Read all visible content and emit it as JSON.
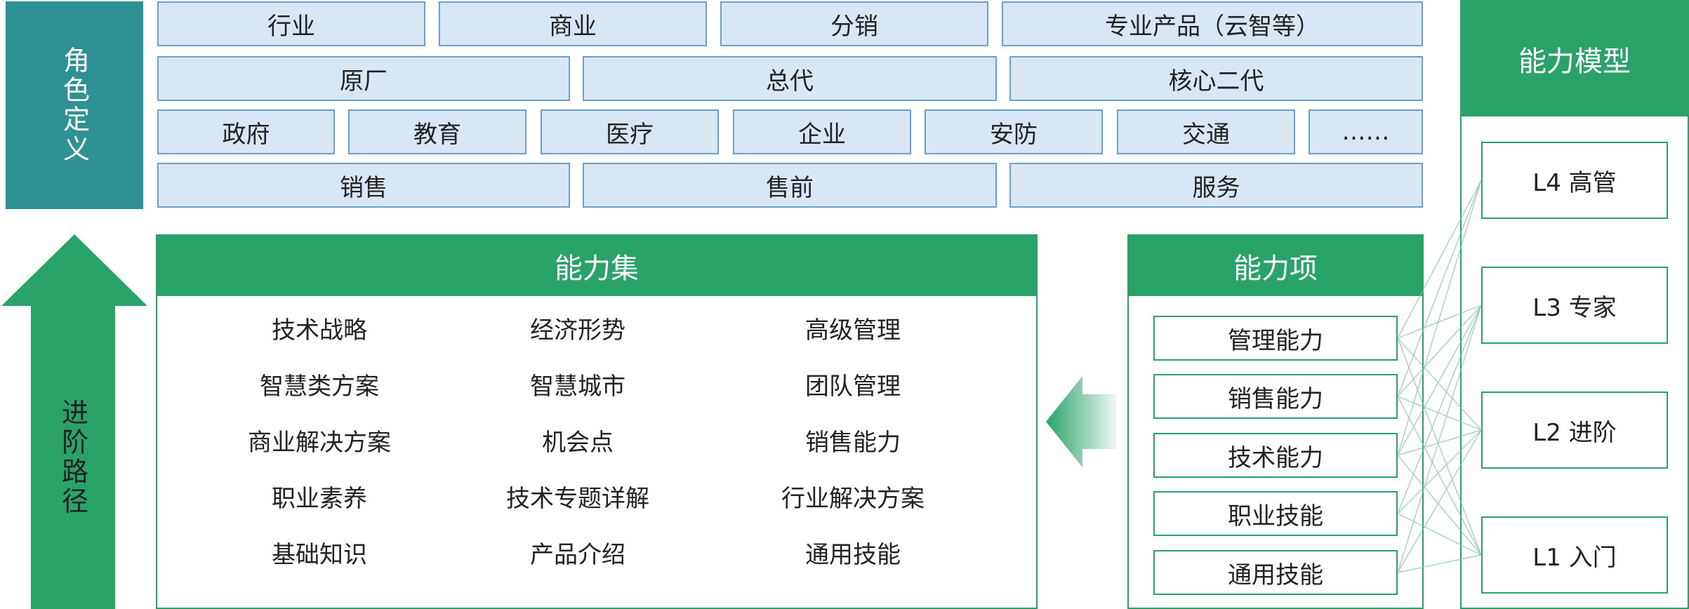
{
  "role_definition": {
    "label": "角色定义",
    "rows": [
      [
        "行业",
        "商业",
        "分销",
        "专业产品（云智等）"
      ],
      [
        "原厂",
        "总代",
        "核心二代"
      ],
      [
        "政府",
        "教育",
        "医疗",
        "企业",
        "安防",
        "交通",
        "……"
      ],
      [
        "销售",
        "售前",
        "服务"
      ]
    ]
  },
  "advancement_path": {
    "label": "进阶路径"
  },
  "capability_set": {
    "title": "能力集",
    "columns": [
      [
        "技术战略",
        "智慧类方案",
        "商业解决方案",
        "职业素养",
        "基础知识"
      ],
      [
        "经济形势",
        "智慧城市",
        "机会点",
        "技术专题详解",
        "产品介绍"
      ],
      [
        "高级管理",
        "团队管理",
        "销售能力",
        "行业解决方案",
        "通用技能"
      ]
    ]
  },
  "capability_items": {
    "title": "能力项",
    "items": [
      "管理能力",
      "销售能力",
      "技术能力",
      "职业技能",
      "通用技能"
    ]
  },
  "capability_model": {
    "title": "能力模型",
    "levels": [
      "L4 高管",
      "L3 专家",
      "L2 进阶",
      "L1 入门"
    ]
  },
  "colors": {
    "teal": "#2e9196",
    "green": "#2aa36a",
    "cell_fill": "#d9e6f4",
    "cell_border": "#6b9fcf"
  }
}
